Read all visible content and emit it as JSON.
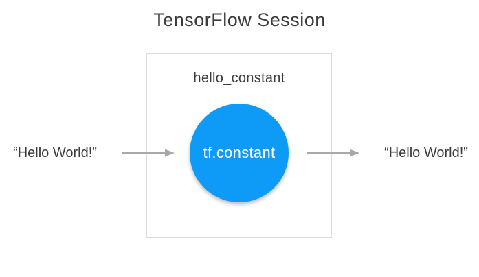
{
  "diagram": {
    "title": "TensorFlow Session",
    "session_box": {
      "node_name": "hello_constant",
      "node_op": "tf.constant"
    },
    "input": {
      "label": "“Hello World!”"
    },
    "output": {
      "label": "“Hello World!”"
    },
    "icons": {
      "input_arrow": "right-arrow",
      "output_arrow": "right-arrow"
    },
    "colors": {
      "background": "#FFFFFF",
      "text": "#3B3B3B",
      "box_border": "#DCDCDC",
      "node_fill": "#0D9BF7",
      "node_text": "#FFFFFF",
      "arrow": "#A8A8A8"
    }
  }
}
